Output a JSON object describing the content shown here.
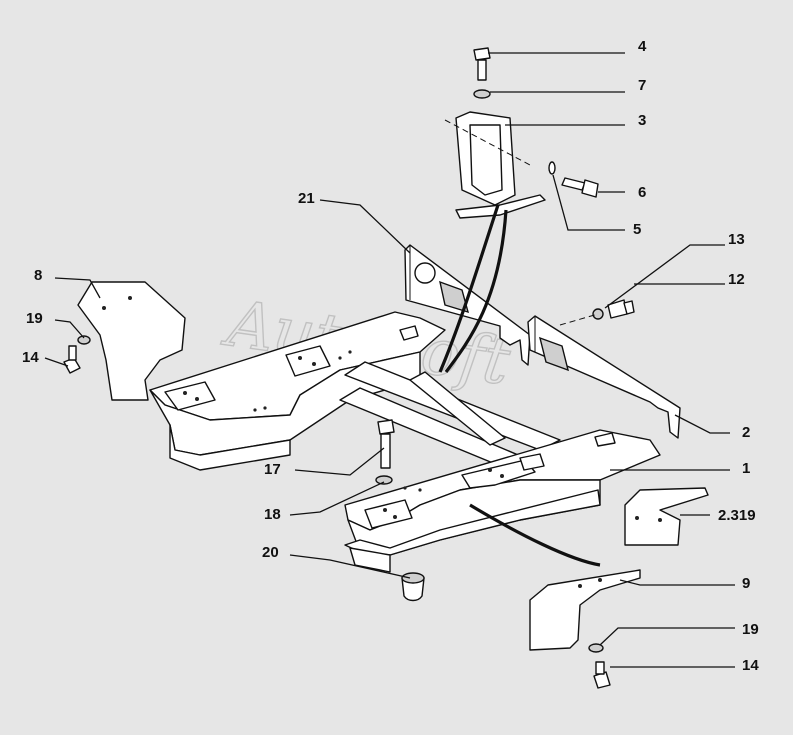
{
  "watermark": "AutoSoft",
  "callouts": [
    {
      "id": "c4",
      "label": "4"
    },
    {
      "id": "c7",
      "label": "7"
    },
    {
      "id": "c3",
      "label": "3"
    },
    {
      "id": "c6",
      "label": "6"
    },
    {
      "id": "c5",
      "label": "5"
    },
    {
      "id": "c21",
      "label": "21"
    },
    {
      "id": "c13",
      "label": "13"
    },
    {
      "id": "c12",
      "label": "12"
    },
    {
      "id": "c8",
      "label": "8"
    },
    {
      "id": "c19a",
      "label": "19"
    },
    {
      "id": "c14a",
      "label": "14"
    },
    {
      "id": "c2",
      "label": "2"
    },
    {
      "id": "c1",
      "label": "1"
    },
    {
      "id": "c17",
      "label": "17"
    },
    {
      "id": "c2319",
      "label": "2.319"
    },
    {
      "id": "c18",
      "label": "18"
    },
    {
      "id": "c20",
      "label": "20"
    },
    {
      "id": "c9",
      "label": "9"
    },
    {
      "id": "c19b",
      "label": "19"
    },
    {
      "id": "c14b",
      "label": "14"
    }
  ]
}
